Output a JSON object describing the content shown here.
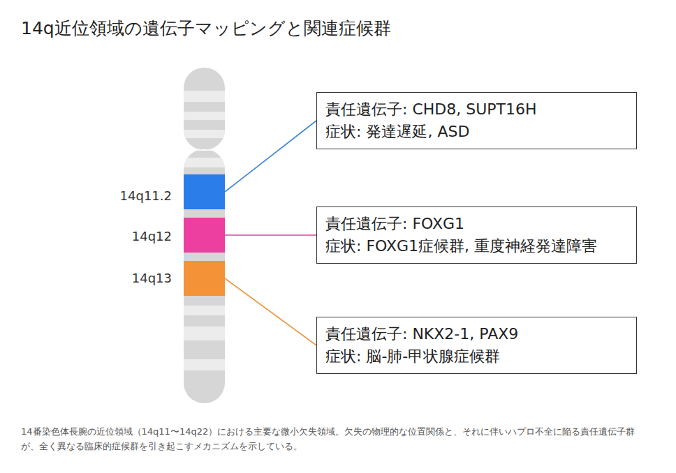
{
  "diagram": {
    "title": "14q近位領域の遺伝子マッピングと関連症候群",
    "caption": "14番染色体長腕の近位領域（14q11〜14q22）における主要な微小欠失領域。欠失の物理的な位置関係と、それに伴いハプロ不全に陥る責任遺伝子群が、全く異なる臨床的症候群を引き起こすメカニズムを示している。",
    "nodes": [
      {
        "text": [
          "責任遺伝子: CHD8, SUPT16H",
          "症状: 発達遅延, ASD"
        ]
      },
      {
        "text": [
          "責任遺伝子: FOXG1",
          "症状: FOXG1症候群, 重度神経発達障害"
        ]
      },
      {
        "text": [
          "責任遺伝子: NKX2-1, PAX9",
          "症状: 脳-肺-甲状腺症候群"
        ]
      }
    ],
    "labels": [
      "14q11.2",
      "14q12",
      "14q13"
    ]
  }
}
